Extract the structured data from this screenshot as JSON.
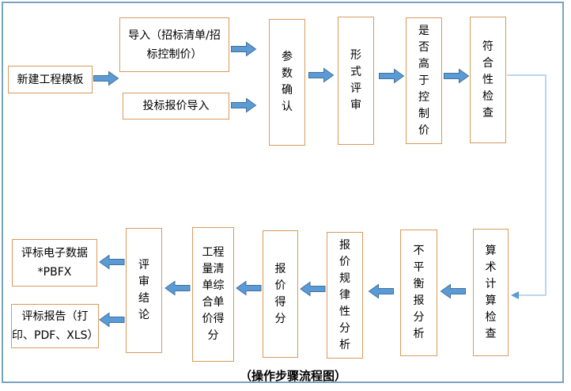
{
  "figure": {
    "caption": "（操作步骤流程图）"
  },
  "colors": {
    "box_border": "#d99a5c",
    "arrow_fill": "#5b9bd5",
    "arrow_stroke": "#41719c",
    "connector_line": "#a9c7e9",
    "connector_head": "#5b9bd5",
    "frame_border": "#7aa4bd",
    "text": "#000000"
  },
  "nodes": {
    "new_template": "新建工程模板",
    "import_bid_list": "导入（招标清单/招\n标控制价）",
    "bid_price_import": "投标报价导入",
    "param_confirm": "参\n数\n确\n认",
    "form_review": "形\n式\n评\n审",
    "above_control_price": "是\n否\n高\n于\n控\n制\n价",
    "compliance_check": "符\n合\n性\n检\n查",
    "arithmetic_check": "算\n术\n计\n算\n检\n查",
    "unbalanced_bid_analysis": "不\n平\n衡\n报\n分\n析",
    "price_pattern_analysis": "报\n价\n规\n律\n性\n分\n析",
    "price_score": "报\n价\n得\n分",
    "boq_unit_price_score": "工程\n量清\n单综\n合单\n价得\n分",
    "review_conclusion": "评\n审\n结\n论",
    "eval_electronic_data": "评标电子数据\n*PBFX",
    "eval_report": "评标报告（打\n印、PDF、XLS）"
  }
}
